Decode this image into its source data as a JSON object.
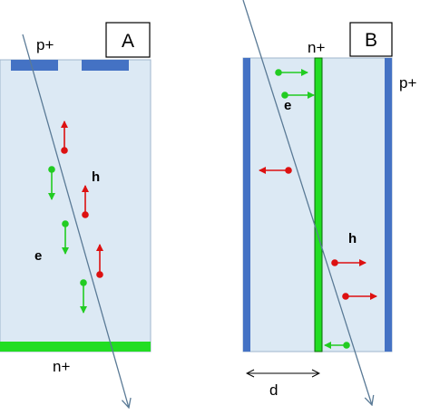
{
  "panel_a": {
    "label": "A",
    "top_label": "p+",
    "bottom_label": "n+",
    "hole_label": "h",
    "electron_label": "e"
  },
  "panel_b": {
    "label": "B",
    "top_label": "n+",
    "side_label": "p+",
    "hole_label": "h",
    "electron_label": "e",
    "width_label": "d"
  },
  "colors": {
    "silicon": "#dce9f4",
    "silicon_border": "#9fb6cc",
    "electrode_blue": "#4472c4",
    "electrode_green": "#22dd22",
    "hole": "#dd1111",
    "electron": "#22cc22",
    "track": "#5a7a96"
  }
}
